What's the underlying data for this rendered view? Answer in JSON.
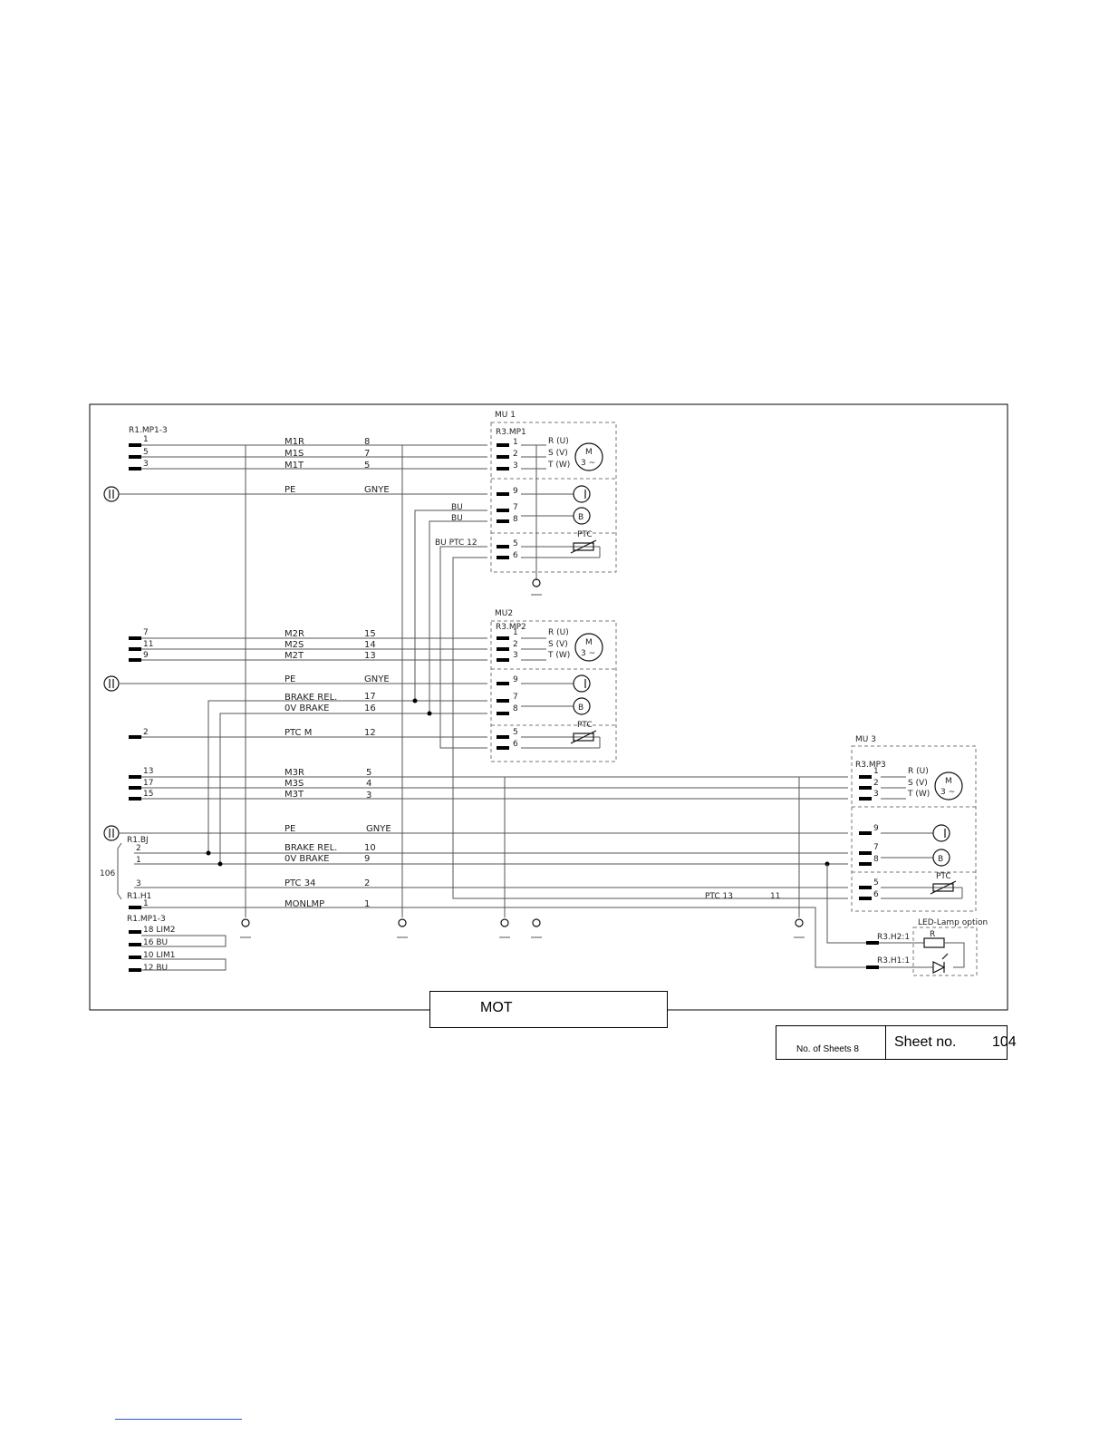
{
  "title": "MOT",
  "sheets": {
    "count_label": "No. of Sheets",
    "count": "8",
    "sheet_label": "Sheet no.",
    "sheet_value": "104"
  },
  "refs": {
    "mu1": "MU 1",
    "mu2": "MU2",
    "mu3": "MU 3",
    "r3mp1": "R3.MP1",
    "r3mp2": "R3.MP2",
    "r3mp3": "R3.MP3",
    "r1mp1": "R1.MP1-3",
    "r1mp1b": "R1.MP1-3",
    "r1bj": "R1.BJ",
    "r1h1": "R1.H1",
    "r3h2": "R3.H2:1",
    "r3h1": "R3.H1:1",
    "led": "LED-Lamp option",
    "ref106": "106"
  },
  "motor": {
    "r": "R (U)",
    "s": "S (V)",
    "t": "T (W)",
    "m": "M",
    "phase": "3 ~",
    "b": "B",
    "ptc": "PTC",
    "res": "R"
  },
  "top_wires": [
    {
      "pin": "1",
      "name": "M1R",
      "num": "8"
    },
    {
      "pin": "5",
      "name": "M1S",
      "num": "7"
    },
    {
      "pin": "3",
      "name": "M1T",
      "num": "5"
    }
  ],
  "pe1": {
    "name": "PE",
    "code": "GNYE"
  },
  "mu1_pins": [
    "1",
    "2",
    "3",
    "9",
    "7",
    "8",
    "5",
    "6"
  ],
  "mu1_side": {
    "bu_a": "BU",
    "bu_b": "BU",
    "bu_ptc": "BU PTC 12"
  },
  "mid_wires": [
    {
      "pin": "7",
      "name": "M2R",
      "num": "15"
    },
    {
      "pin": "11",
      "name": "M2S",
      "num": "14"
    },
    {
      "pin": "9",
      "name": "M2T",
      "num": "13"
    }
  ],
  "pe2": {
    "name": "PE",
    "code": "GNYE"
  },
  "brake2": [
    {
      "name": "BRAKE REL.",
      "num": "17"
    },
    {
      "name": "0V BRAKE",
      "num": "16"
    }
  ],
  "ptc_m": {
    "pin": "2",
    "name": "PTC M",
    "num": "12"
  },
  "mu2_pins": [
    "1",
    "2",
    "3",
    "9",
    "7",
    "8",
    "5",
    "6"
  ],
  "low_wires": [
    {
      "pin": "13",
      "name": "M3R",
      "num": "5"
    },
    {
      "pin": "17",
      "name": "M3S",
      "num": "4"
    },
    {
      "pin": "15",
      "name": "M3T",
      "num": "3"
    }
  ],
  "pe3": {
    "name": "PE",
    "code": "GNYE"
  },
  "brake3": [
    {
      "pin": "2",
      "name": "BRAKE REL.",
      "num": "10"
    },
    {
      "pin": "1",
      "name": "0V BRAKE",
      "num": "9"
    }
  ],
  "ptc34": {
    "pin": "3",
    "name": "PTC 34",
    "num": "2"
  },
  "monlmp": {
    "pin": "1",
    "name": "MONLMP",
    "num": "1"
  },
  "ptc13": {
    "name": "PTC 13",
    "num": "11"
  },
  "mu3_pins": [
    "1",
    "2",
    "3",
    "9",
    "7",
    "8",
    "5",
    "6"
  ],
  "bottom_list": [
    "18 LIM2",
    "16 BU",
    "10 LIM1",
    "12 BU"
  ]
}
